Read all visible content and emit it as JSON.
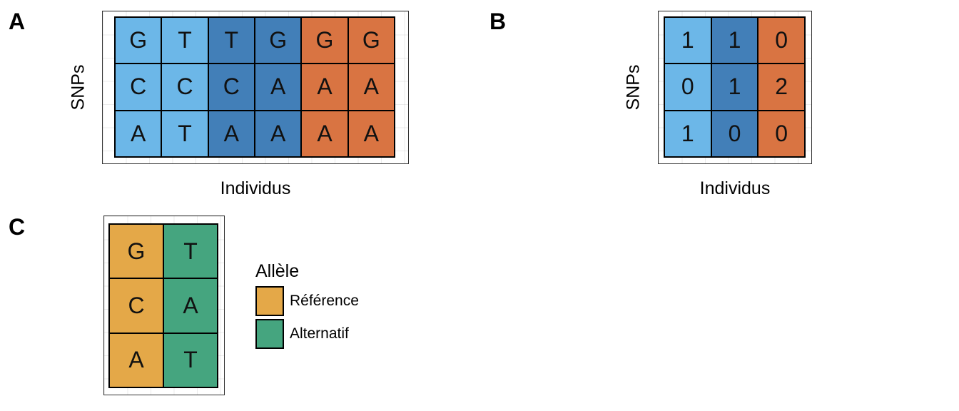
{
  "colors": {
    "light_blue": "#6cb7e8",
    "dark_blue": "#427fb8",
    "orange": "#d97442",
    "reference": "#e4a848",
    "alternative": "#45a57f"
  },
  "panel_a": {
    "letter": "A",
    "xlabel": "Individus",
    "ylabel": "SNPs",
    "rows": [
      [
        "G",
        "T",
        "T",
        "G",
        "G",
        "G"
      ],
      [
        "C",
        "C",
        "C",
        "A",
        "A",
        "A"
      ],
      [
        "A",
        "T",
        "A",
        "A",
        "A",
        "A"
      ]
    ],
    "column_colors": [
      "light_blue",
      "light_blue",
      "dark_blue",
      "dark_blue",
      "orange",
      "orange"
    ]
  },
  "panel_b": {
    "letter": "B",
    "xlabel": "Individus",
    "ylabel": "SNPs",
    "rows": [
      [
        "1",
        "1",
        "0"
      ],
      [
        "0",
        "1",
        "2"
      ],
      [
        "1",
        "0",
        "0"
      ]
    ],
    "column_colors": [
      "light_blue",
      "dark_blue",
      "orange"
    ]
  },
  "panel_c": {
    "letter": "C",
    "rows": [
      [
        "G",
        "T"
      ],
      [
        "C",
        "A"
      ],
      [
        "A",
        "T"
      ]
    ],
    "column_colors": [
      "reference",
      "alternative"
    ]
  },
  "legend": {
    "title": "Allèle",
    "items": [
      {
        "label": "Référence",
        "color": "reference"
      },
      {
        "label": "Alternatif",
        "color": "alternative"
      }
    ]
  }
}
